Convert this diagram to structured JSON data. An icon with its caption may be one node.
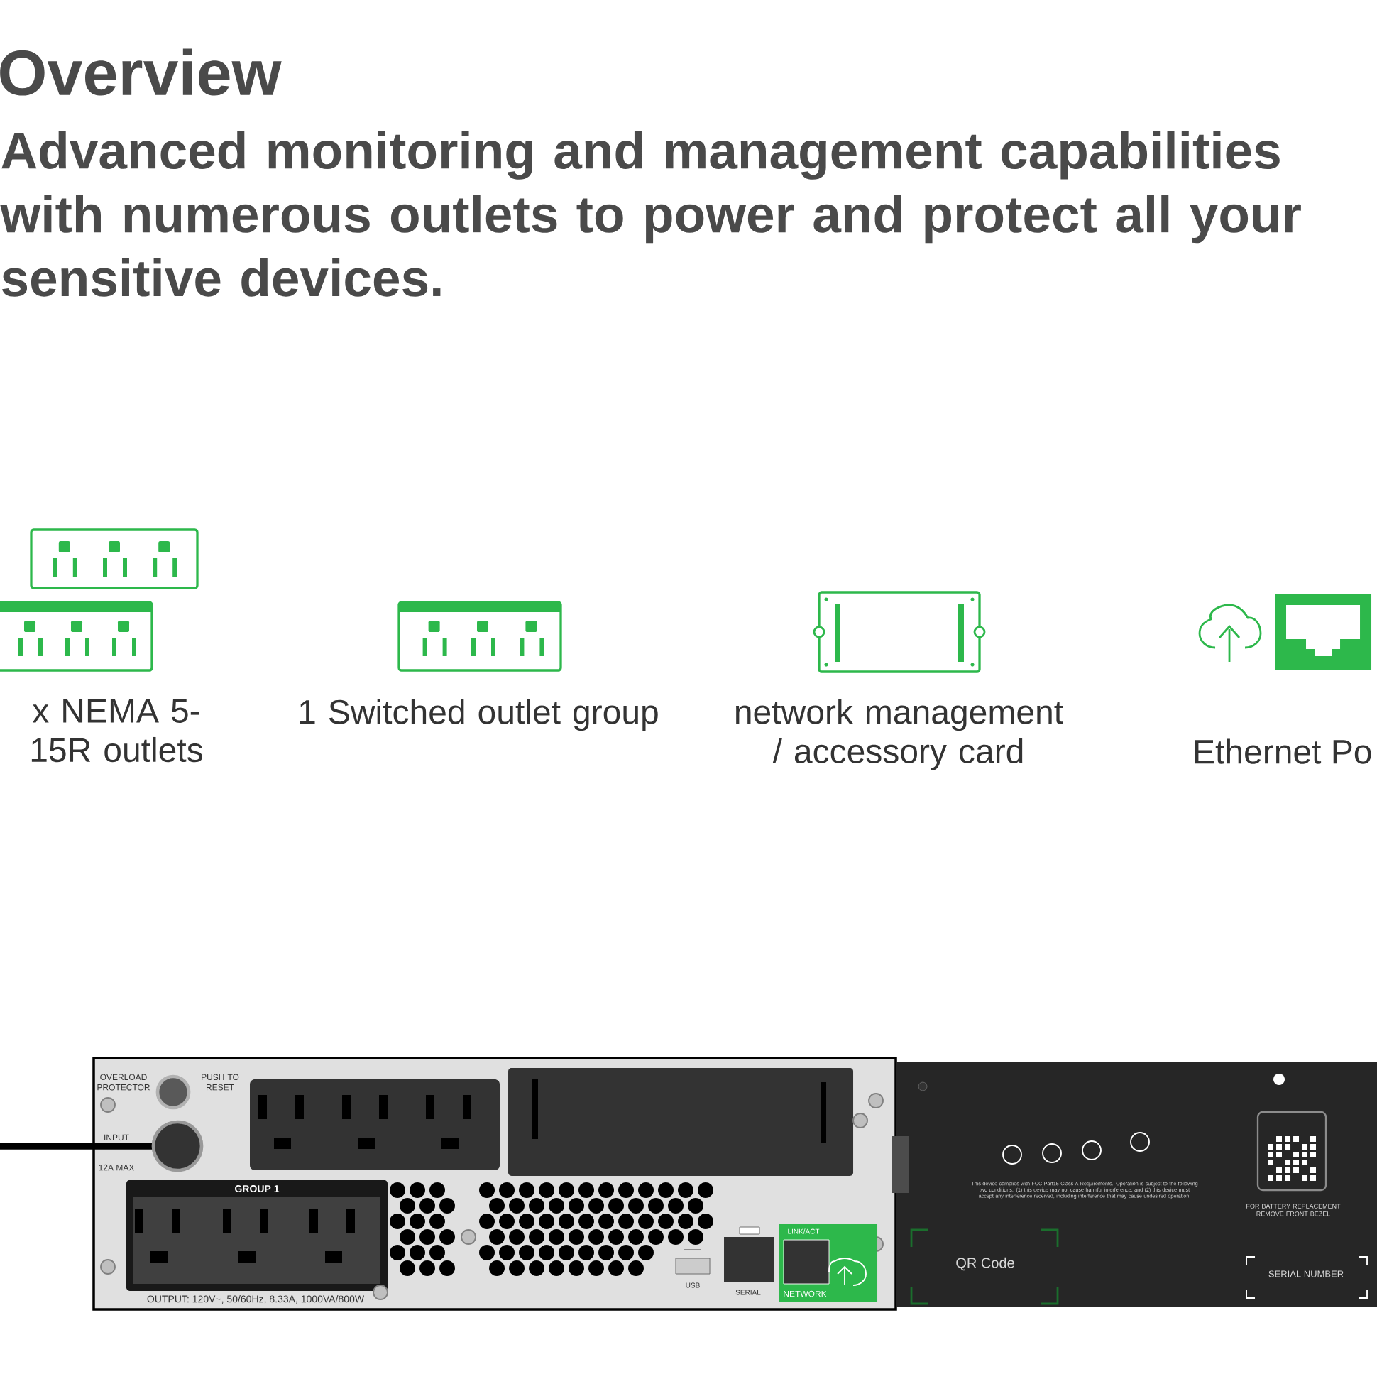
{
  "diagram": {
    "title": "Overview",
    "labels": [
      "Advanced monitoring and management capabilities with numerous outlets to power and protect all your sensitive devices.",
      "x NEMA 5-15R outlets",
      "1 Switched outlet group",
      "network management / accessory card",
      "Ethernet Po",
      "OVERLOAD PROTECTOR",
      "PUSH TO RESET",
      "INPUT",
      "12A MAX",
      "GROUP 1",
      "OUTPUT: 120V~, 50/60Hz, 8.33A, 1000VA/800W",
      "USB",
      "SERIAL",
      "LINK/ACT",
      "NETWORK",
      "This device complies with FCC Part15 Class A Requirements. Operation is subject to the following two conditions: (1) this device may not cause harmful interference, and (2) this device must accept any interference received, including interference that may cause undesired operation.",
      "FOR BATTERY REPLACEMENT REMOVE FRONT BEZEL",
      "QR Code",
      "SERIAL NUMBER"
    ]
  }
}
